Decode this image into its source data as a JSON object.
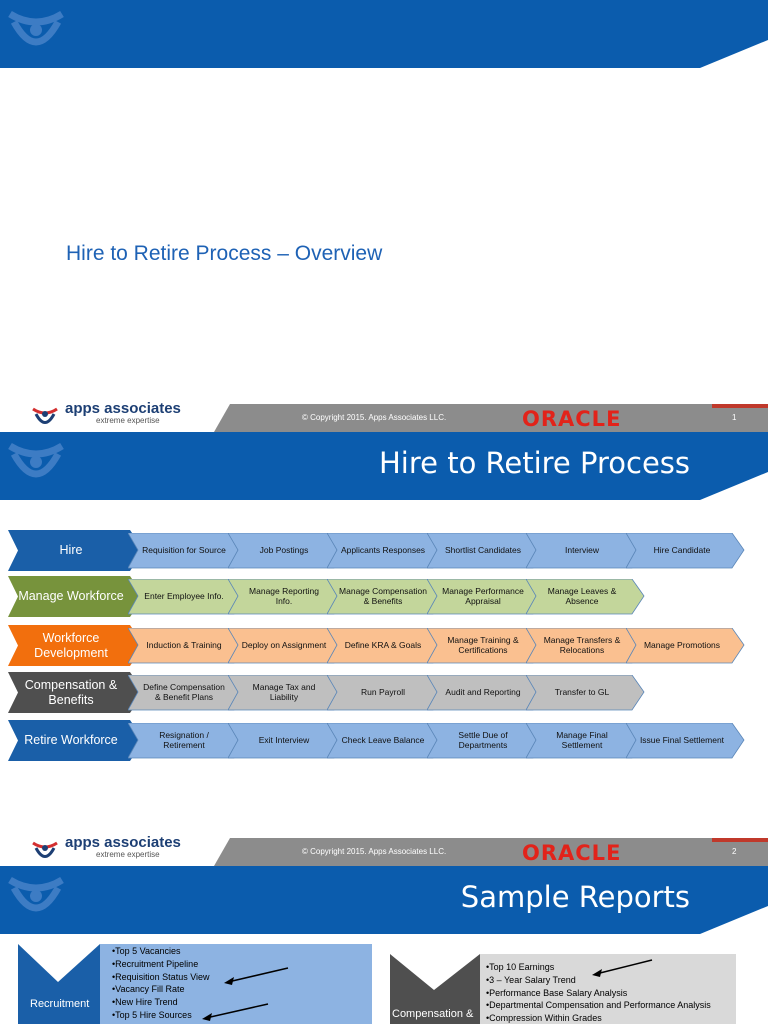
{
  "slide1": {
    "title": "Hire to Retire Process – Overview"
  },
  "footer": {
    "brand_name": "apps associates",
    "brand_tagline": "extreme expertise",
    "copyright": "© Copyright 2015. Apps Associates LLC.",
    "partner": "ORACLE",
    "page_1": "1",
    "page_2": "2"
  },
  "slide2": {
    "title": "Hire to Retire Process",
    "rows": [
      {
        "label": "Hire",
        "color": "#1a5fa8",
        "chev_color": "#8db3e2",
        "steps": [
          "Requisition for Source",
          "Job Postings",
          "Applicants Responses",
          "Shortlist Candidates",
          "Interview",
          "Hire Candidate"
        ]
      },
      {
        "label": "Manage Workforce",
        "color": "#77933c",
        "chev_color": "#c3d69b",
        "steps": [
          "Enter Employee Info.",
          "Manage Reporting Info.",
          "Manage Compensation & Benefits",
          "Manage Performance Appraisal",
          "Manage Leaves & Absence"
        ]
      },
      {
        "label": "Workforce Development",
        "color": "#f26f0d",
        "chev_color": "#fac090",
        "steps": [
          "Induction & Training",
          "Deploy on Assignment",
          "Define KRA & Goals",
          "Manage Training & Certifications",
          "Manage Transfers & Relocations",
          "Manage Promotions"
        ]
      },
      {
        "label": "Compensation & Benefits",
        "color": "#4f4f4f",
        "chev_color": "#bfbfbf",
        "steps": [
          "Define Compensation & Benefit Plans",
          "Manage Tax and Liability",
          "Run Payroll",
          "Audit and Reporting",
          "Transfer to GL"
        ]
      },
      {
        "label": "Retire Workforce",
        "color": "#1a5fa8",
        "chev_color": "#8db3e2",
        "steps": [
          "Resignation / Retirement",
          "Exit Interview",
          "Check Leave Balance",
          "Settle Due of Departments",
          "Manage Final Settlement",
          "Issue Final Settlement"
        ]
      }
    ]
  },
  "slide3": {
    "title": "Sample Reports",
    "recruitment": {
      "label": "Recruitment",
      "items": [
        "Top 5 Vacancies",
        "Recruitment Pipeline",
        "Requisition Status View",
        "Vacancy Fill Rate",
        "New Hire Trend",
        "Top 5 Hire Sources"
      ]
    },
    "compensation": {
      "label": "Compensation &",
      "items": [
        "Top 10 Earnings",
        "3 – Year Salary Trend",
        "Performance Base Salary Analysis",
        "Departmental Compensation and Performance Analysis",
        "Compression Within Grades"
      ]
    }
  },
  "colors": {
    "header_blue": "#0b5cad",
    "footer_gray": "#8c8c8c",
    "accent_red": "#e2231a",
    "title_blue": "#1e62b5"
  }
}
